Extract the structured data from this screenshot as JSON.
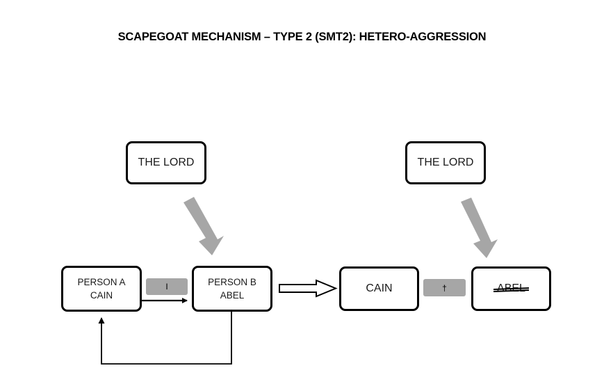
{
  "title": "SCAPEGOAT MECHANISM – TYPE 2 (SMT2): HETERO-AGGRESSION",
  "colors": {
    "gray": "#a6a6a6",
    "outline": "#000000",
    "background": "#ffffff"
  },
  "nodes": {
    "lord_left": {
      "label": "THE LORD"
    },
    "lord_right": {
      "label": "THE LORD"
    },
    "person_a": {
      "line1": "PERSON A",
      "line2": "CAIN",
      "label": "PERSON A\nCAIN"
    },
    "person_b": {
      "line1": "PERSON B",
      "line2": "ABEL",
      "label": "PERSON B\nABEL"
    },
    "cain": {
      "label": "CAIN"
    },
    "abel": {
      "label": "ABEL",
      "struck_through": "yes"
    }
  },
  "tags": {
    "left_relation": {
      "label": "I"
    },
    "right_relation": {
      "label": "†"
    }
  },
  "connectors": {
    "lord_left_arrow": {
      "name": "gray-arrow-down-right",
      "color": "#a6a6a6"
    },
    "lord_right_arrow": {
      "name": "gray-arrow-down-right",
      "color": "#a6a6a6"
    },
    "a_to_b": {
      "name": "solid-arrow-right",
      "color": "#000000"
    },
    "b_to_cain": {
      "name": "hollow-block-arrow-right",
      "color": "#000000"
    },
    "feedback_loop": {
      "name": "feedback-loop-b-to-a",
      "color": "#000000"
    }
  }
}
